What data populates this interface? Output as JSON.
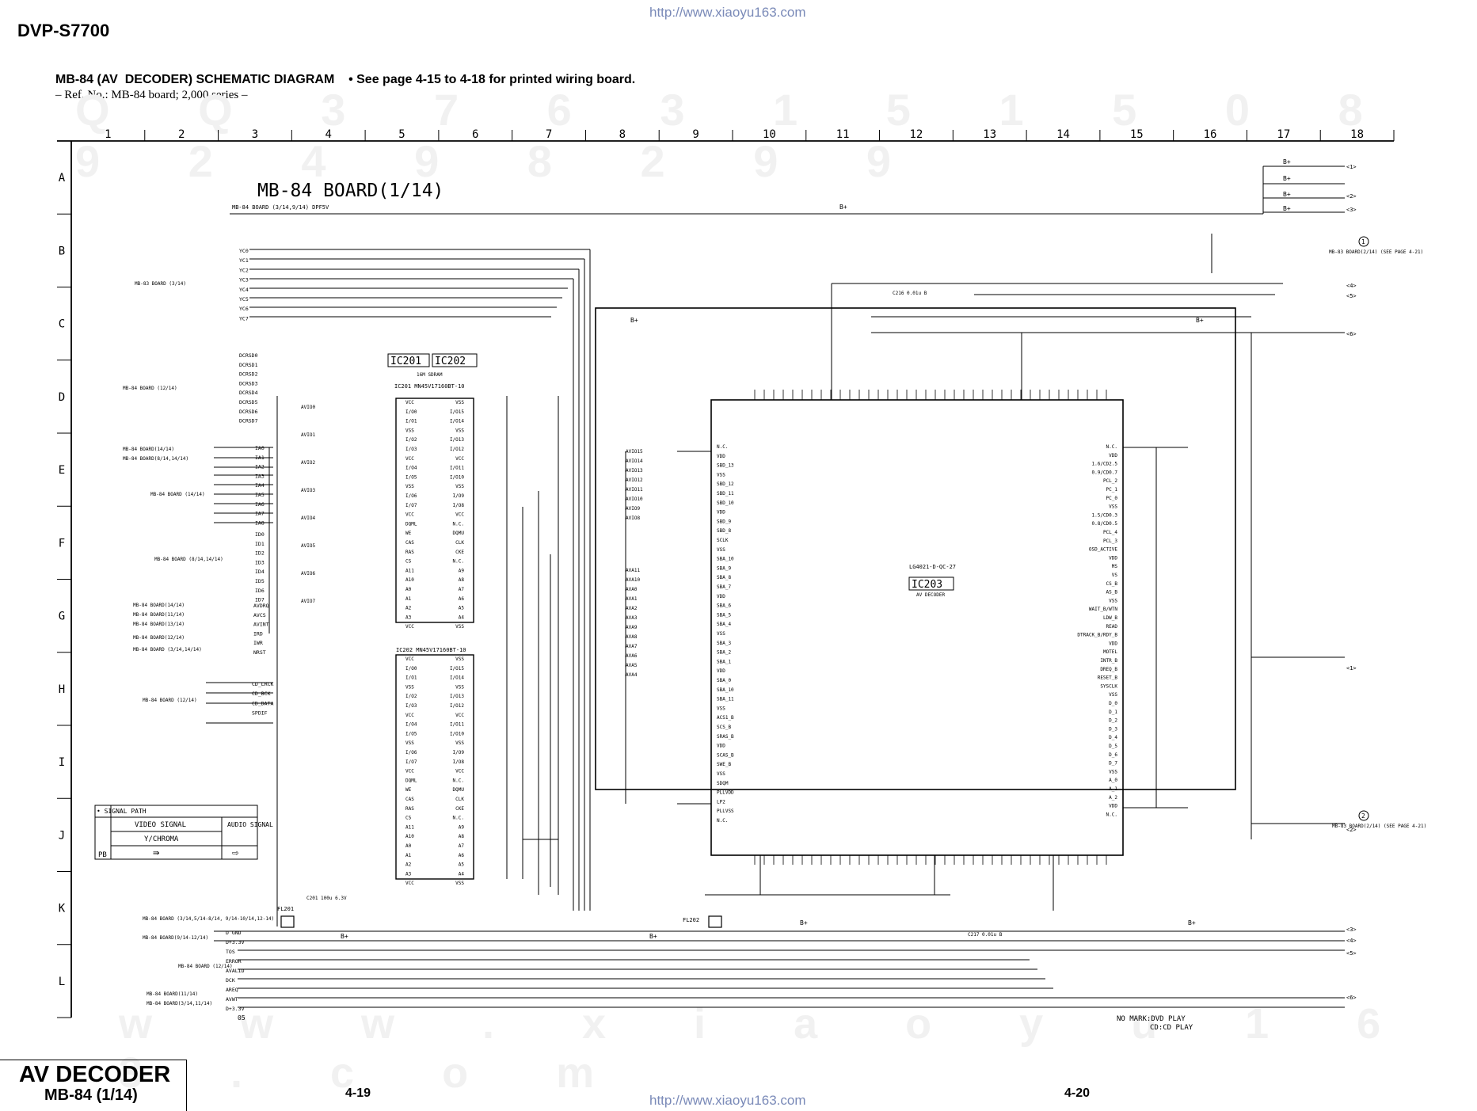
{
  "header": {
    "url_top": "http://www.xiaoyu163.com",
    "model": "DVP-S7700",
    "title": "MB-84 (AV  DECODER) SCHEMATIC DIAGRAM    • See page 4-15 to 4-18 for printed wiring board.",
    "ref_no": "– Ref. No.: MB-84 board; 2,000 series –"
  },
  "watermarks": {
    "top_digits": "Q Q 3 7 6 3 1 5 1 5 0   8 9 2 4 9 8 2 9 9",
    "bottom_site": "w w w . x i a o y u 1 6 3 . c o m"
  },
  "grid": {
    "columns": [
      "1",
      "2",
      "3",
      "4",
      "5",
      "6",
      "7",
      "8",
      "9",
      "10",
      "11",
      "12",
      "13",
      "14",
      "15",
      "16",
      "17",
      "18"
    ],
    "rows": [
      "A",
      "B",
      "C",
      "D",
      "E",
      "F",
      "G",
      "H",
      "I",
      "J",
      "K",
      "L"
    ]
  },
  "schematic": {
    "board_title": "MB-84 BOARD(1/14)",
    "bplus": "B+",
    "ic201_label": "IC201",
    "ic202_label": "IC202",
    "ram_type": "16M SDRAM",
    "ic201_part": "IC201  MN45V17160BT-10",
    "ic202_part": "IC202  MN45V17160BT-10",
    "ic203_label": "IC203",
    "ic203_part": "LG4021-D-QC-27",
    "ic203_function": "AV DECODER",
    "yc_lines": [
      "YC0",
      "YC1",
      "YC2",
      "YC3",
      "YC4",
      "YC5",
      "YC6",
      "YC7"
    ],
    "dcrsd_lines": [
      "DCRSD0",
      "DCRSD1",
      "DCRSD2",
      "DCRSD3",
      "DCRSD4",
      "DCRSD5",
      "DCRSD6",
      "DCRSD7"
    ],
    "ia_lines": [
      "IA0",
      "IA1",
      "IA2",
      "IA3",
      "IA4",
      "IA5",
      "IA6",
      "IA7",
      "IA8"
    ],
    "id_lines": [
      "ID0",
      "ID1",
      "ID2",
      "ID3",
      "ID4",
      "ID5",
      "ID6",
      "ID7"
    ],
    "ctrl_lines": [
      "AVDRQ",
      "AVCS",
      "AVINT",
      "IRD",
      "IWR",
      "NRST"
    ],
    "cd_lines": [
      "CD_LRCK",
      "CD_BCK",
      "CD_DATA",
      "SPDIF"
    ],
    "bottom_left_lines": [
      "D GND",
      "D+3.3V",
      "TOS",
      "ERROR",
      "AVALID",
      "DCK",
      "AREQ",
      "AVWT",
      "D+3.3V"
    ],
    "connectors": [
      {
        "text": "MB-84 BOARD (3/14,9/14) DPF5V"
      },
      {
        "text": "MB-83 BOARD (3/14)"
      },
      {
        "text": "MB-84 BOARD (12/14)"
      },
      {
        "text": "MB-84 BOARD(14/14)"
      },
      {
        "text": "MB-84 BOARD(8/14,14/14)"
      },
      {
        "text": "MB-84 BOARD (14/14)"
      },
      {
        "text": "MB-84 BOARD (8/14,14/14)"
      },
      {
        "text": "MB-84 BOARD(14/14)"
      },
      {
        "text": "MB-84 BOARD(11/14)"
      },
      {
        "text": "MB-84 BOARD(13/14)"
      },
      {
        "text": "MB-84 BOARD(12/14)"
      },
      {
        "text": "MB-84 BOARD (3/14,14/14)"
      },
      {
        "text": "MB-84 BOARD (12/14)"
      },
      {
        "text": "MB-84 BOARD (3/14,5/14-8/14, 9/14-10/14,12-14)"
      },
      {
        "text": "MB-84 BOARD(9/14-12/14)"
      },
      {
        "text": "MB-84 BOARD (12/14)"
      },
      {
        "text": "MB-84 BOARD(11/14)"
      },
      {
        "text": "MB-84 BOARD(3/14,11/14)"
      }
    ],
    "right_refs": [
      {
        "num": "1",
        "text": "MB-83 BOARD(2/14) (SEE PAGE 4-21)"
      },
      {
        "num": "2",
        "text": "MB-83 BOARD(2/14) (SEE PAGE 4-21)"
      }
    ],
    "right_pins": [
      "1",
      "2",
      "3",
      "4",
      "5",
      "6"
    ],
    "right_lower_pins": [
      "1",
      "2",
      "3",
      "4",
      "5",
      "6"
    ],
    "ic203_right_pins": [
      "N.C.",
      "VDD",
      "1.6/CD2.5",
      "0.9/CD0.7",
      "PCL_2",
      "PC_1",
      "PC_0",
      "VSS",
      "1.5/CD0.3",
      "0.8/CD0.5",
      "PCL_4",
      "PCL_3",
      "OSD_ACTIVE",
      "VDD",
      "MS",
      "VS",
      "CS_B",
      "AS_B",
      "VSS",
      "WAIT_B/WTN",
      "LDW_B",
      "READ",
      "DTRACK_B/RDY_B",
      "VDD",
      "MOTEL",
      "INTR_B",
      "DREQ_B",
      "RESET_B",
      "SYSCLK",
      "VSS",
      "D_0",
      "D_1",
      "D_2",
      "D_3",
      "D_4",
      "D_5",
      "D_6",
      "D_7",
      "VSS",
      "A_0",
      "A_1",
      "A_2",
      "VDD",
      "N.C."
    ],
    "ic203_left_pins": [
      "N.C.",
      "VDD",
      "SBD_13",
      "VSS",
      "SBD_12",
      "SBD_11",
      "SBD_10",
      "VDD",
      "SBD_9",
      "SBD_8",
      "SCLK",
      "VSS",
      "SBA_10",
      "SBA_9",
      "SBA_8",
      "SBA_7",
      "VDD",
      "SBA_6",
      "SBA_5",
      "SBA_4",
      "VSS",
      "SBA_3",
      "SBA_2",
      "SBA_1",
      "VDD",
      "SBA_0",
      "SBA_10",
      "SBA_11",
      "VSS",
      "ACS1_B",
      "SCS_B",
      "SRAS_B",
      "VDD",
      "SCAS_B",
      "SWE_B",
      "VSS",
      "SDQM",
      "PLLVDD",
      "LP2",
      "PLLVSS",
      "N.C."
    ],
    "ram_left_pins": [
      "VCC",
      "I/O0",
      "I/O1",
      "VSS",
      "I/O2",
      "I/O3",
      "VCC",
      "I/O4",
      "I/O5",
      "VSS",
      "I/O6",
      "I/O7",
      "VCC",
      "DQML",
      "WE",
      "CAS",
      "RAS",
      "CS",
      "A11",
      "A10",
      "A0",
      "A1",
      "A2",
      "A3",
      "VCC"
    ],
    "ram_right_pins": [
      "VSS",
      "I/O15",
      "I/O14",
      "VSS",
      "I/O13",
      "I/O12",
      "VCC",
      "I/O11",
      "I/O10",
      "VSS",
      "I/O9",
      "I/O8",
      "VCC",
      "N.C.",
      "DQMU",
      "CLK",
      "CKE",
      "N.C.",
      "A9",
      "A8",
      "A7",
      "A6",
      "A5",
      "A4",
      "VSS"
    ],
    "avio_labels": [
      "AVIO0",
      "AVIO1",
      "AVIO2",
      "AVIO3",
      "AVIO4",
      "AVIO5",
      "AVIO6",
      "AVIO7",
      "AVIO15",
      "AVIO14",
      "AVIO13",
      "AVIO12",
      "AVIO11",
      "AVIO10",
      "AVIO9",
      "AVIO8"
    ],
    "ava_labels": [
      "AVA11",
      "AVA10",
      "AVA0",
      "AVA1",
      "AVA2",
      "AVA3",
      "AVA9",
      "AVA8",
      "AVA7",
      "AVA6",
      "AVA5",
      "AVA4"
    ],
    "fl201": "FL201",
    "fl202": "FL202",
    "c201": "C201 100u 6.3V",
    "c217": "C217 0.01u B",
    "c216": "C216 0.01u B",
    "footnote_05": "05",
    "no_mark_note": "NO MARK:DVD PLAY\nCD:CD PLAY",
    "signal_path": {
      "title": "• SIGNAL PATH",
      "video": "VIDEO SIGNAL",
      "chroma": "Y/CHROMA",
      "audio": "AUDIO SIGNAL",
      "pb": "PB"
    }
  },
  "footer": {
    "title": "AV DECODER",
    "subtitle": "MB-84 (1/14)",
    "page_left": "4-19",
    "page_right": "4-20",
    "url_bottom": "http://www.xiaoyu163.com"
  }
}
